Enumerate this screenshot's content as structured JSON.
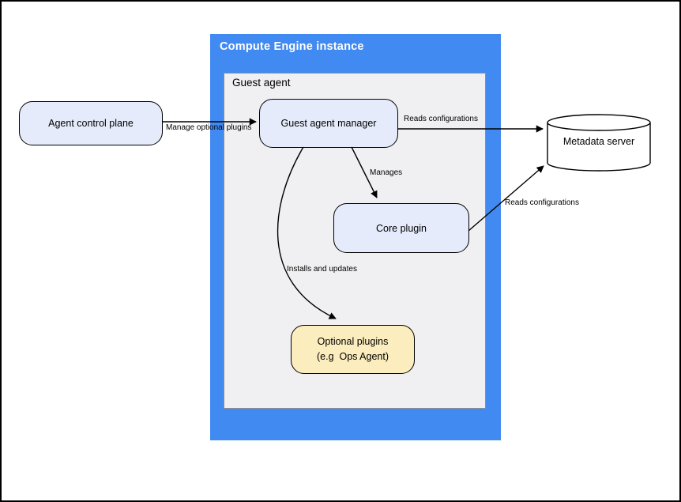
{
  "containers": {
    "compute_engine": {
      "title": "Compute Engine instance"
    },
    "guest_agent": {
      "title": "Guest agent"
    }
  },
  "nodes": {
    "agent_control_plane": {
      "label": "Agent control plane"
    },
    "guest_agent_manager": {
      "label": "Guest agent manager"
    },
    "core_plugin": {
      "label": "Core plugin"
    },
    "optional_plugins": {
      "line1": "Optional plugins",
      "line2": "(e.g  Ops Agent)"
    },
    "metadata_server": {
      "label": "Metadata server"
    }
  },
  "edges": {
    "manage_optional_plugins": {
      "label": "Manage optional plugins"
    },
    "manager_reads_configurations": {
      "label": "Reads configurations"
    },
    "manages": {
      "label": "Manages"
    },
    "installs_and_updates": {
      "label": "Installs and updates"
    },
    "core_reads_configurations": {
      "label": "Reads configurations"
    }
  },
  "colors": {
    "container_blue": "#418af2",
    "container_gray_fill": "#f0f0f2",
    "container_gray_border": "#8f8f8f",
    "node_blue_fill": "#e5ebfa",
    "node_yellow_fill": "#fbedbd",
    "node_border": "#000000",
    "edge_color": "#000000",
    "title_text": "#ffffff"
  }
}
